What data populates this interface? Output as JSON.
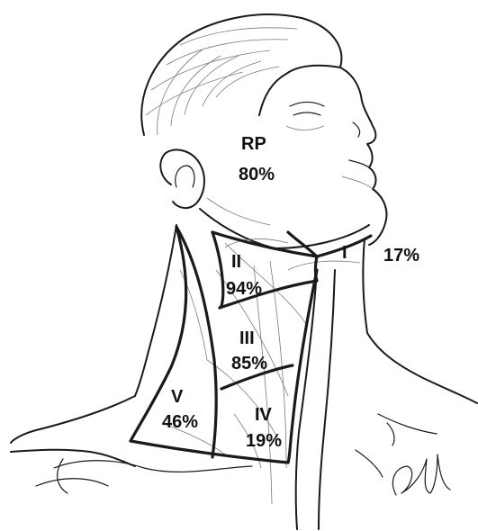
{
  "levels": [
    {
      "level": "RP",
      "percent": "80%"
    },
    {
      "level": "I",
      "percent": "17%"
    },
    {
      "level": "II",
      "percent": "94%"
    },
    {
      "level": "III",
      "percent": "85%"
    },
    {
      "level": "IV",
      "percent": "19%"
    },
    {
      "level": "V",
      "percent": "46%"
    }
  ]
}
